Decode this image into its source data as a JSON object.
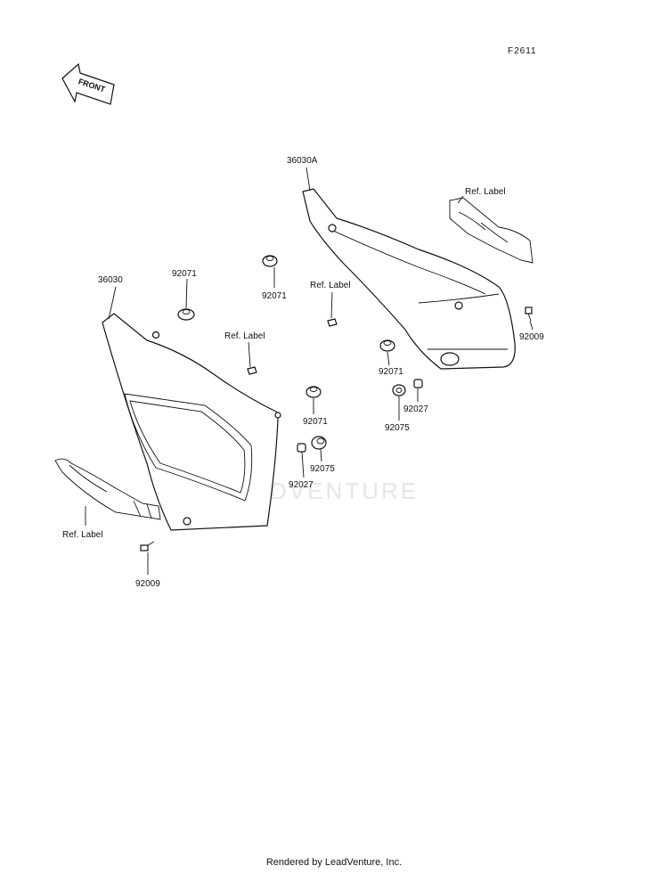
{
  "figure_code": "F2611",
  "front_arrow": {
    "label": "FRONT",
    "icon": "front-arrow-icon"
  },
  "watermark": "LEADVENTURE",
  "footer": "Rendered by LeadVenture, Inc.",
  "labels": {
    "cover_right": "36030A",
    "ref_label_right_emblem": "Ref. Label",
    "cover_left": "36030",
    "grommet_upper_left": "92071",
    "grommet_upper_mid": "92071",
    "ref_label_center": "Ref. Label",
    "ref_label_left": "Ref. Label",
    "grommet_right": "92071",
    "bolt_right": "92009",
    "grommet_center": "92071",
    "collar_right_a": "92027",
    "bush_right": "92075",
    "bush_center": "92075",
    "collar_center": "92027",
    "ref_label_emblem_left": "Ref. Label",
    "bolt_left": "92009"
  }
}
